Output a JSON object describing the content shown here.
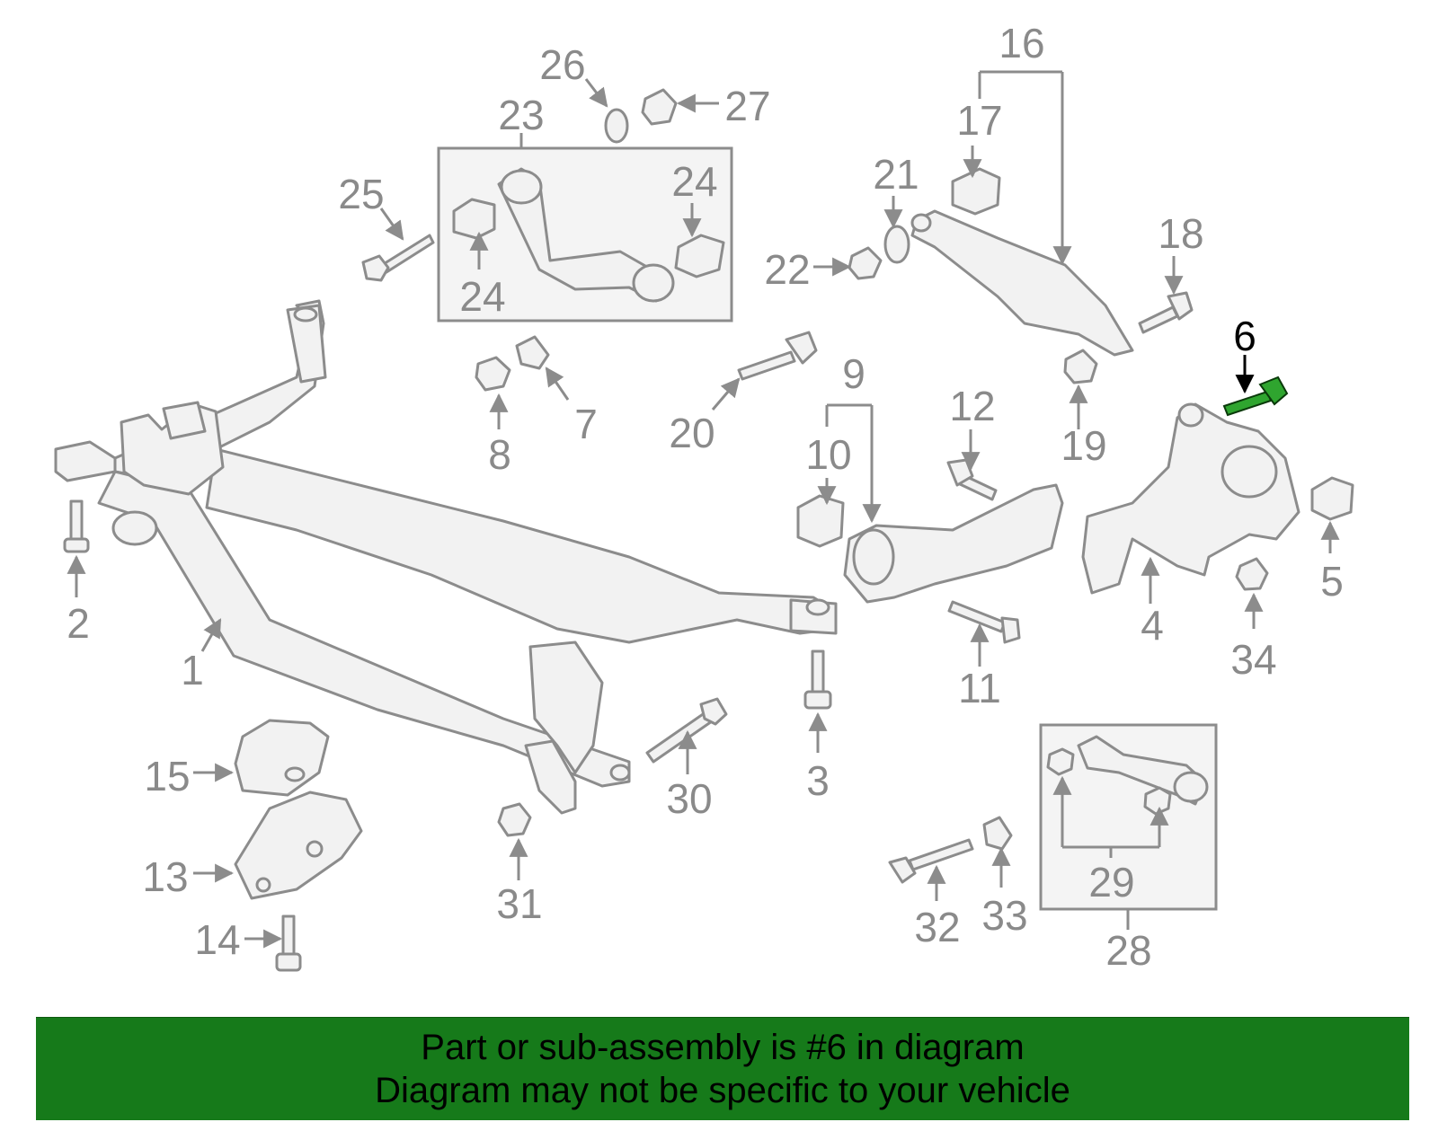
{
  "highlight": {
    "label": "6",
    "color": "#2fa52f"
  },
  "banner": {
    "color": "#167a1a",
    "line1": "Part or sub-assembly is #6 in diagram",
    "line2": "Diagram may not be specific to your vehicle"
  },
  "labels": {
    "l1": "1",
    "l2": "2",
    "l3": "3",
    "l4": "4",
    "l5": "5",
    "l6": "6",
    "l7": "7",
    "l8": "8",
    "l9": "9",
    "l10": "10",
    "l11": "11",
    "l12": "12",
    "l13": "13",
    "l14": "14",
    "l15": "15",
    "l16": "16",
    "l17": "17",
    "l18": "18",
    "l19": "19",
    "l20": "20",
    "l21": "21",
    "l22": "22",
    "l23": "23",
    "l24a": "24",
    "l24b": "24",
    "l25": "25",
    "l26": "26",
    "l27": "27",
    "l28": "28",
    "l29": "29",
    "l30": "30",
    "l31": "31",
    "l32": "32",
    "l33": "33",
    "l34": "34"
  }
}
